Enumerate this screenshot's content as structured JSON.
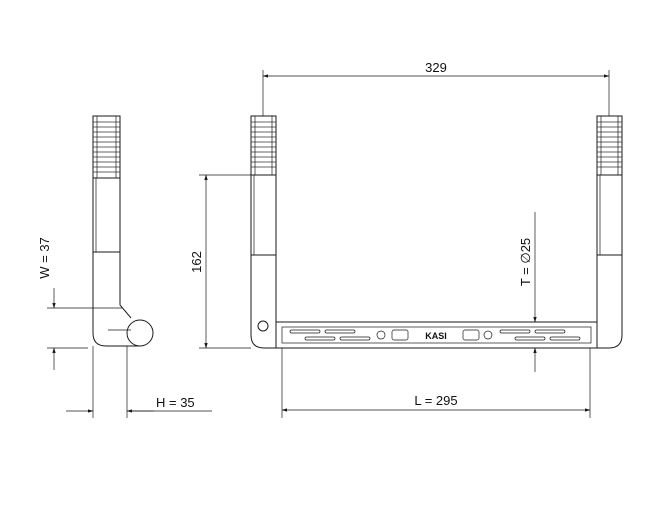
{
  "dimensions": {
    "overall_width": "329",
    "height": "162",
    "wire_diameter": "T = ∅25",
    "depth_w": "W = 37",
    "depth_h": "H = 35",
    "inner_length": "L = 295"
  },
  "brand_mark": "KASI",
  "colors": {
    "line": "#1a1a1a",
    "background": "#ffffff"
  }
}
